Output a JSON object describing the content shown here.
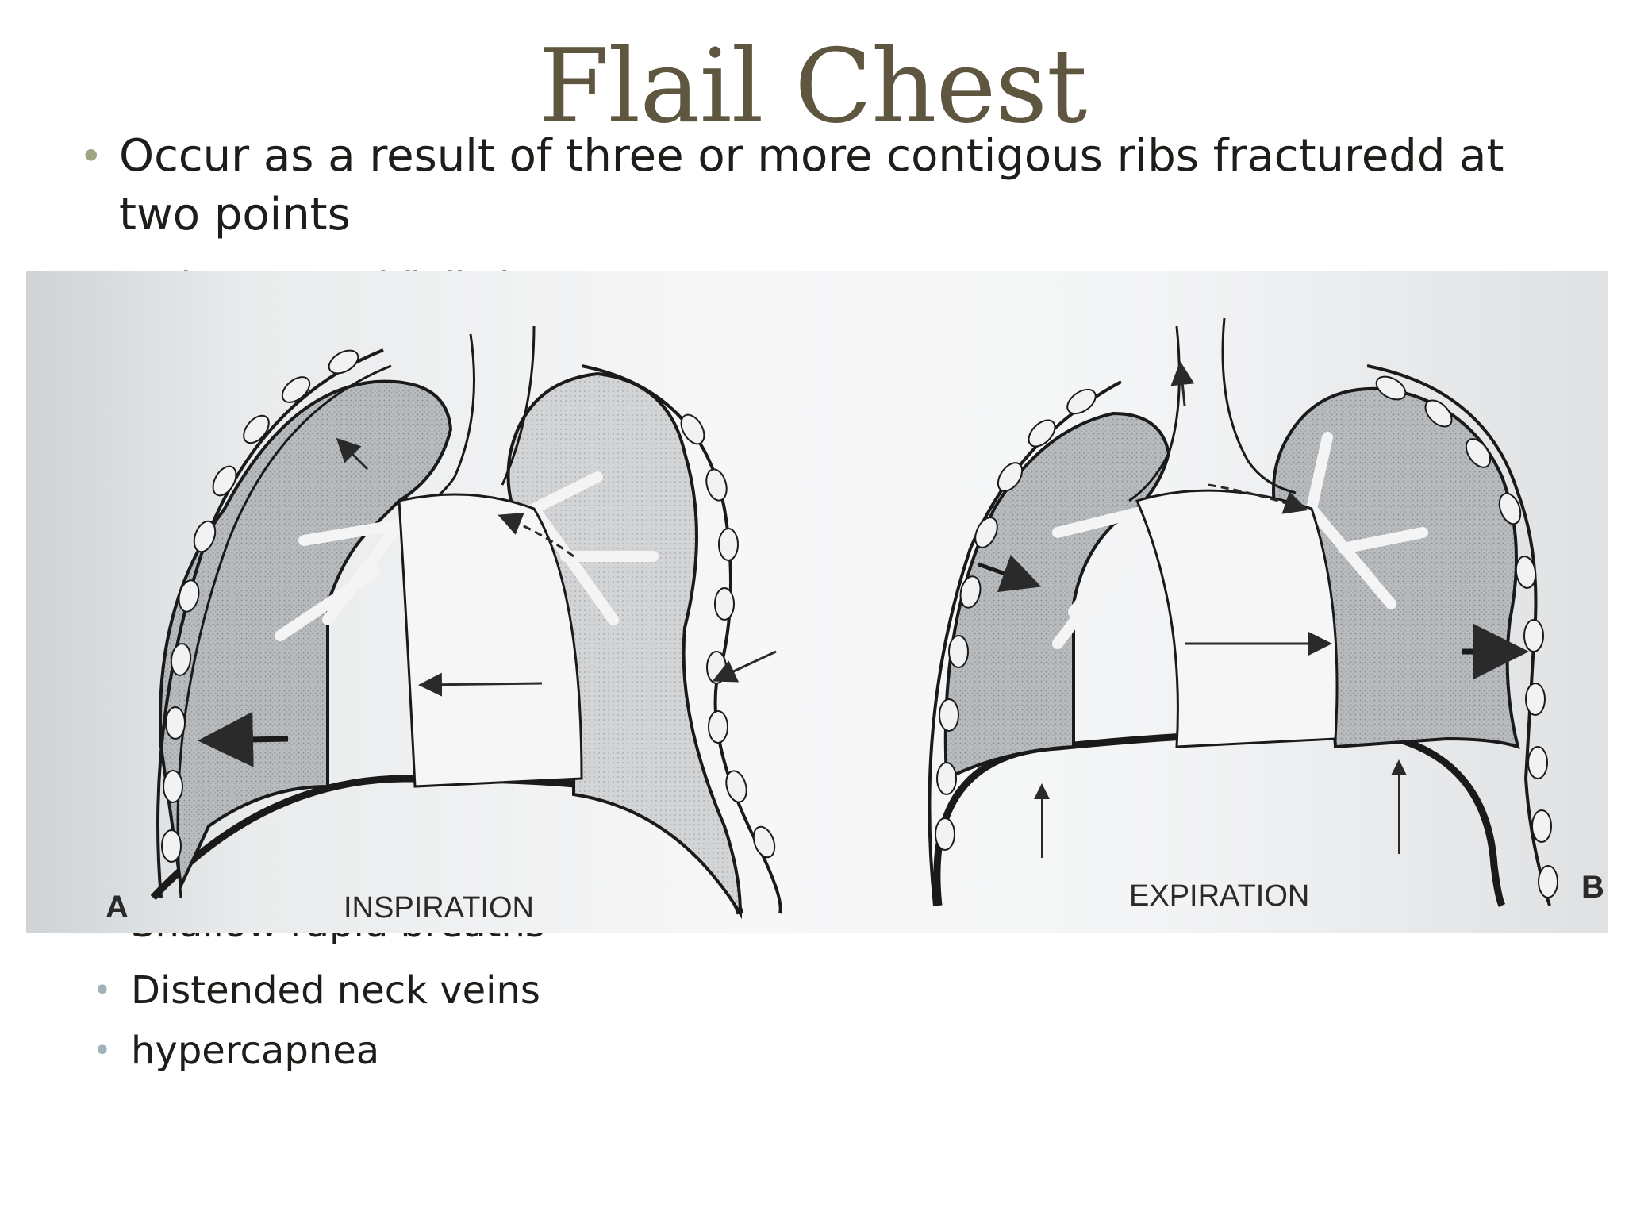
{
  "slide": {
    "title": "Flail Chest",
    "bullets": [
      {
        "text": "Occur as a result of three or more contigous ribs fracturedd at two points"
      }
    ],
    "hidden_bullet_text": "In the case of flail chest",
    "sub_bullets": [
      {
        "text": "Shallow rapid breaths"
      },
      {
        "text": "Distended neck veins"
      },
      {
        "text": "hypercapnea"
      }
    ]
  },
  "figure": {
    "panel_a_letter": "A",
    "panel_a_caption": "INSPIRATION",
    "panel_b_caption": "EXPIRATION",
    "panel_b_letter": "B"
  },
  "colors": {
    "title": "#5f5640",
    "text": "#1e1d1a",
    "main_bullet": "#a0a583",
    "sub_bullet": "#9fb3b9"
  }
}
